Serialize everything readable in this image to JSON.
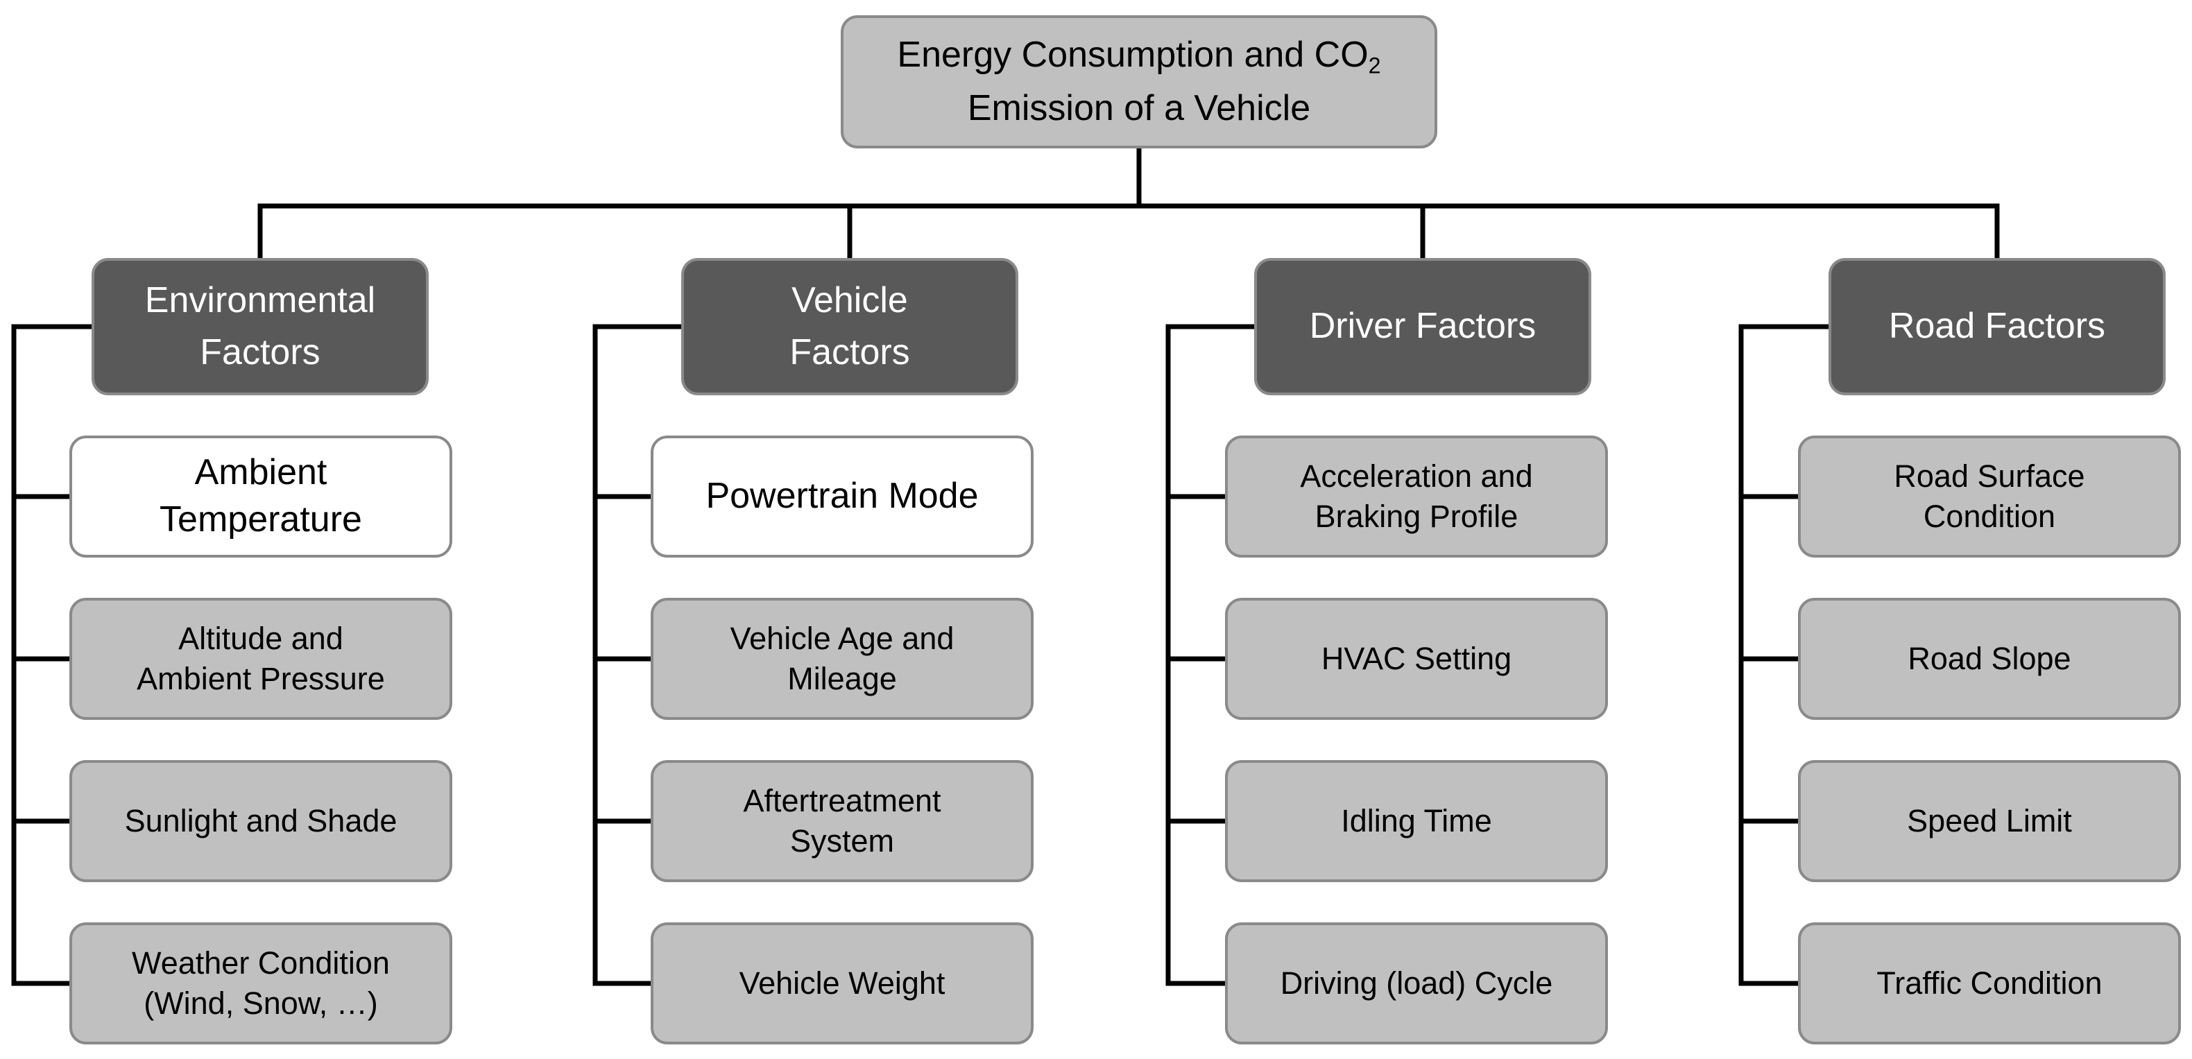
{
  "root": {
    "line1": "Energy Consumption and CO",
    "sub": "2",
    "line2": "Emission of a Vehicle"
  },
  "colors": {
    "root": "#c0c0c0",
    "category": "#595959",
    "item": "#c0c0c0",
    "highlight": "#ffffff",
    "border": "#8a8a8a",
    "connector": "#000000"
  },
  "categories": [
    {
      "lines": [
        "Environmental",
        "Factors"
      ],
      "items": [
        {
          "lines": [
            "Ambient",
            "Temperature"
          ],
          "highlight": true
        },
        {
          "lines": [
            "Altitude and",
            "Ambient Pressure"
          ],
          "highlight": false
        },
        {
          "lines": [
            "Sunlight and Shade"
          ],
          "highlight": false
        },
        {
          "lines": [
            "Weather Condition",
            "(Wind, Snow, …)"
          ],
          "highlight": false
        }
      ]
    },
    {
      "lines": [
        "Vehicle",
        "Factors"
      ],
      "items": [
        {
          "lines": [
            "Powertrain Mode"
          ],
          "highlight": true
        },
        {
          "lines": [
            "Vehicle Age and",
            "Mileage"
          ],
          "highlight": false
        },
        {
          "lines": [
            "Aftertreatment",
            "System"
          ],
          "highlight": false
        },
        {
          "lines": [
            "Vehicle Weight"
          ],
          "highlight": false
        }
      ]
    },
    {
      "lines": [
        "Driver Factors"
      ],
      "items": [
        {
          "lines": [
            "Acceleration and",
            "Braking Profile"
          ],
          "highlight": false
        },
        {
          "lines": [
            "HVAC Setting"
          ],
          "highlight": false
        },
        {
          "lines": [
            "Idling Time"
          ],
          "highlight": false
        },
        {
          "lines": [
            "Driving (load) Cycle"
          ],
          "highlight": false
        }
      ]
    },
    {
      "lines": [
        "Road Factors"
      ],
      "items": [
        {
          "lines": [
            "Road Surface",
            "Condition"
          ],
          "highlight": false
        },
        {
          "lines": [
            "Road Slope"
          ],
          "highlight": false
        },
        {
          "lines": [
            "Speed Limit"
          ],
          "highlight": false
        },
        {
          "lines": [
            "Traffic Condition"
          ],
          "highlight": false
        }
      ]
    }
  ]
}
